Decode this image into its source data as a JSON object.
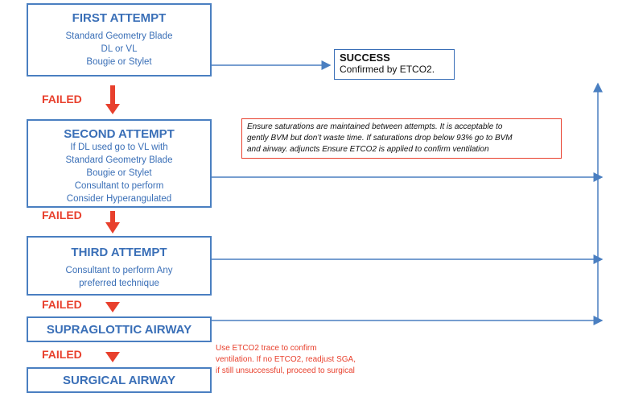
{
  "boxes": {
    "first": {
      "title": "FIRST ATTEMPT",
      "lines": [
        "Standard Geometry Blade",
        "DL or VL",
        "Bougie or Stylet"
      ]
    },
    "second": {
      "title": "SECOND ATTEMPT",
      "lines": [
        "If DL used go to VL with",
        "Standard Geometry Blade",
        "Bougie or Stylet",
        "Consultant to perform",
        "Consider Hyperangulated"
      ]
    },
    "third": {
      "title": "THIRD ATTEMPT",
      "lines": [
        "Consultant to perform Any",
        "preferred technique"
      ]
    },
    "supraglottic": {
      "title": "SUPRAGLOTTIC AIRWAY"
    },
    "surgical": {
      "title": "SURGICAL AIRWAY"
    }
  },
  "failed_label": "FAILED",
  "success": {
    "title": "SUCCESS",
    "text": "Confirmed by ETCO2."
  },
  "saturation_note": {
    "lines": [
      "Ensure saturations are maintained between attempts. It is acceptable to",
      "gently BVM but don’t waste time. If saturations drop below 93% go to BVM",
      "and airway. adjuncts Ensure ETCO2 is applied to confirm ventilation"
    ]
  },
  "sga_note": {
    "lines": [
      "Use ETCO2 trace to confirm",
      "ventilation. If no ETCO2, readjust SGA,",
      "if still unsuccessful, proceed to surgical"
    ]
  },
  "colors": {
    "box_border": "#4a7fc1",
    "title_blue": "#3a6fb7",
    "failed_red": "#e8402d",
    "note_border": "#e8402d"
  }
}
